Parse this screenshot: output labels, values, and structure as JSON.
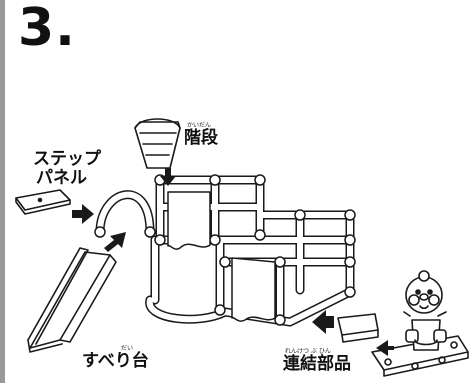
{
  "step": {
    "number": "3."
  },
  "labels": {
    "stairs": {
      "text": "階段",
      "ruby": "かいだん"
    },
    "step_panel": {
      "line1": "ステップ",
      "line2": "パネル"
    },
    "slide": {
      "text": "すべり台",
      "ruby": "だい"
    },
    "connector": {
      "text": "連結部品",
      "ruby": "れんけつ ぶ ひん"
    }
  }
}
